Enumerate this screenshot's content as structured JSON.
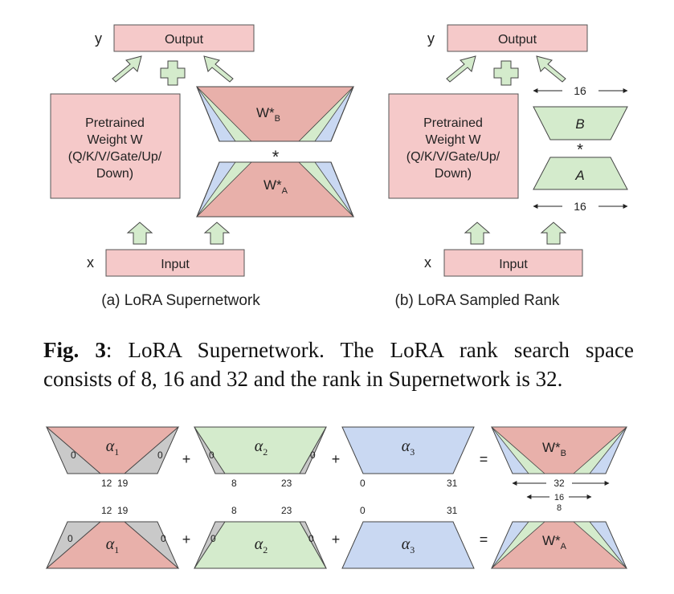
{
  "panel_a": {
    "y_label": "y",
    "x_label": "x",
    "output_label": "Output",
    "input_label": "Input",
    "pretrained_lines": [
      "Pretrained",
      "Weight W",
      "(Q/K/V/Gate/Up/",
      "Down)"
    ],
    "wb_label": "W*",
    "wb_sub": "B",
    "wa_label": "W*",
    "wa_sub": "A",
    "mult": "*",
    "plus": "+",
    "caption": "(a) LoRA Supernetwork"
  },
  "panel_b": {
    "y_label": "y",
    "x_label": "x",
    "output_label": "Output",
    "input_label": "Input",
    "pretrained_lines": [
      "Pretrained",
      "Weight W",
      "(Q/K/V/Gate/Up/",
      "Down)"
    ],
    "b_label": "B",
    "a_label": "A",
    "mult": "*",
    "dim_top": "16",
    "dim_bottom": "16",
    "caption": "(b) LoRA Sampled Rank"
  },
  "figure_caption": {
    "prefix": "Fig. 3",
    "line1": ": LoRA Supernetwork.  The LoRA rank search space",
    "line2": "consists of 8, 16 and 32 and the rank in Supernetwork is 32."
  },
  "equation": {
    "alpha1": "α",
    "alpha1_sub": "1",
    "alpha2": "α",
    "alpha2_sub": "2",
    "alpha3": "α",
    "alpha3_sub": "3",
    "zero": "0",
    "plus": "+",
    "equals": "=",
    "top_ticks_1": [
      "12",
      "19"
    ],
    "top_ticks_2": [
      "8",
      "23"
    ],
    "top_ticks_3": [
      "0",
      "31"
    ],
    "wb_label": "W*",
    "wb_sub": "B",
    "wa_label": "W*",
    "wa_sub": "A",
    "dim_32": "32",
    "dim_16": "16",
    "dim_8": "8"
  },
  "colors": {
    "red": "#e8b0aa",
    "green": "#d4ebcc",
    "blue": "#c9d8f2",
    "gray": "#c9c9c9",
    "pink_box": "#f5c9c9",
    "box_border": "#555555"
  }
}
